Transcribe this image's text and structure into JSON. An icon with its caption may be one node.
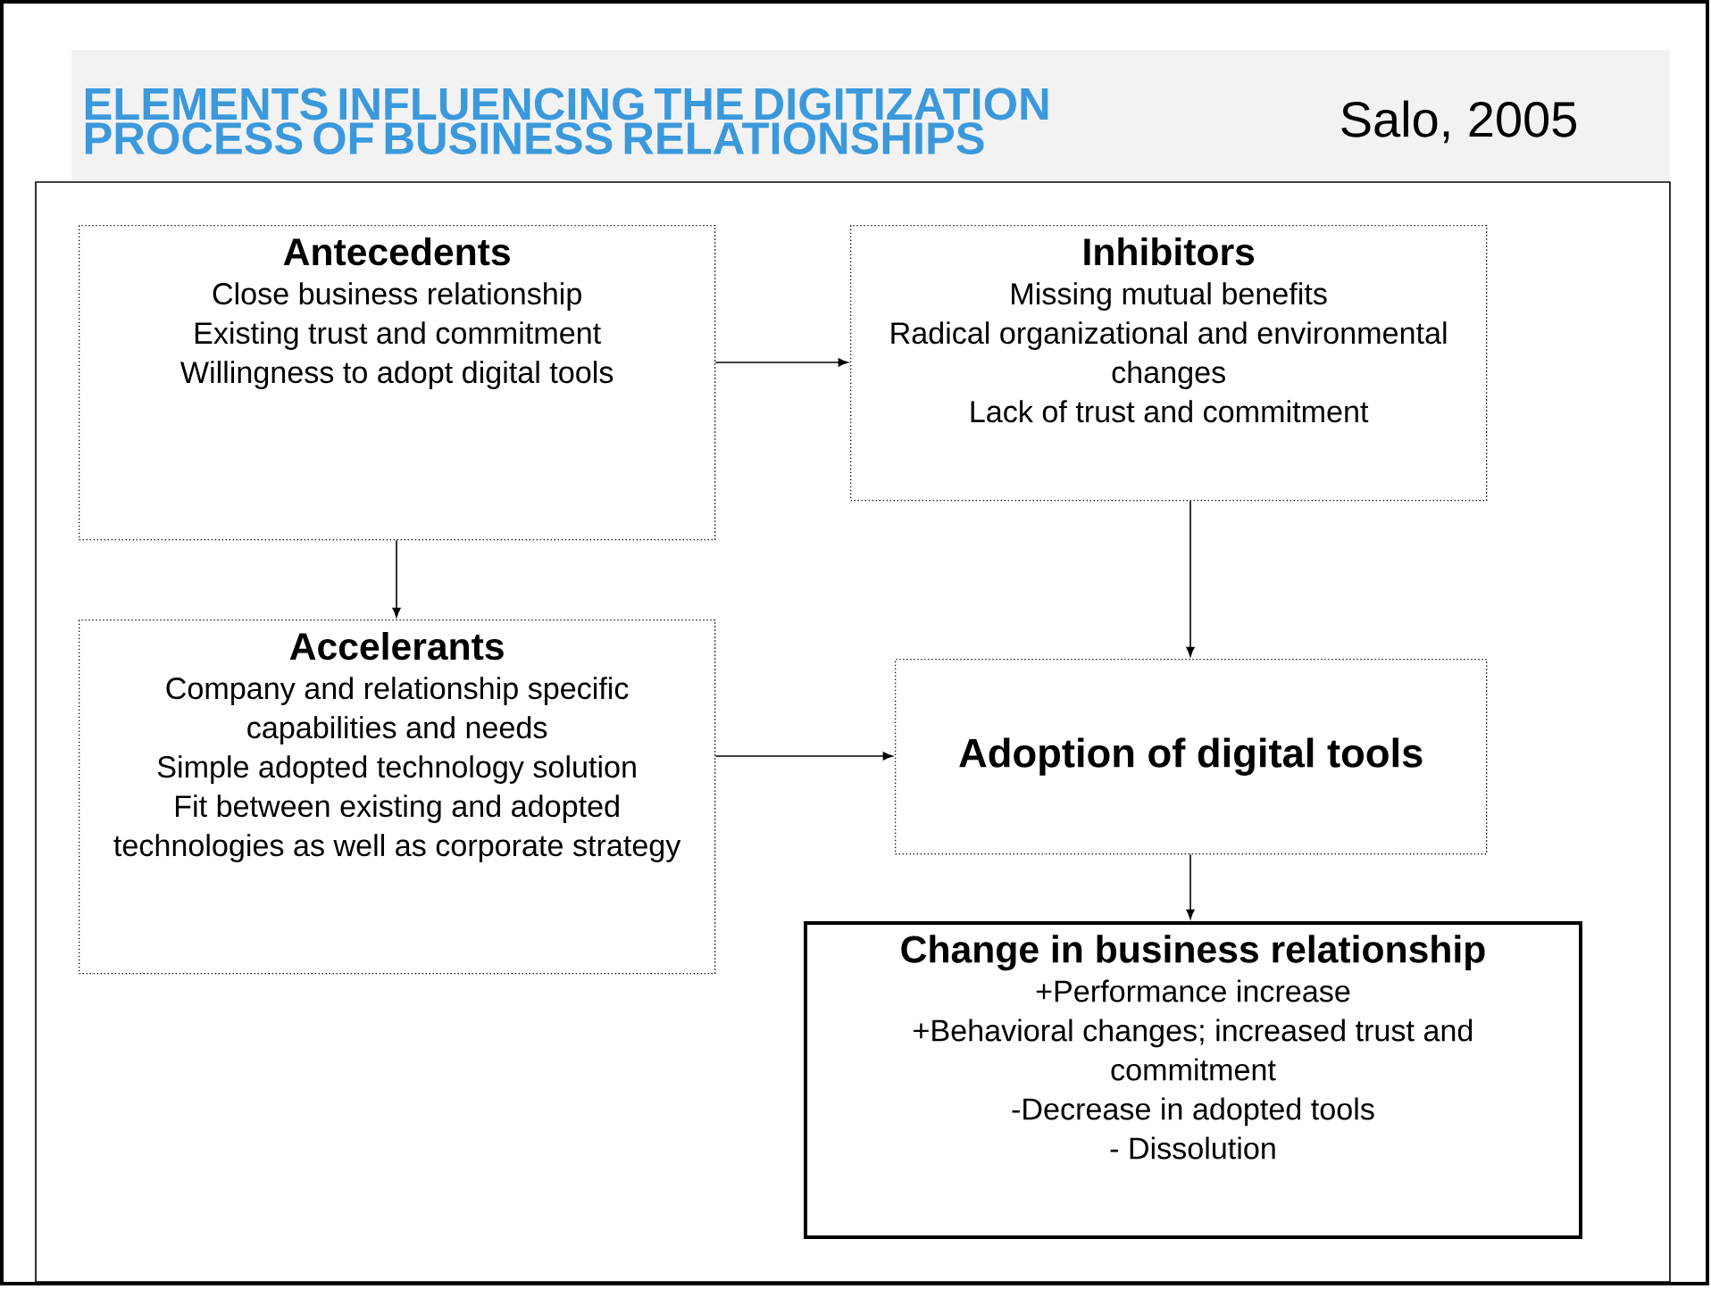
{
  "diagram": {
    "title": "ELEMENTS INFLUENCING THE DIGITIZATION PROCESS OF BUSINESS RELATIONSHIPS",
    "nodes": [
      {
        "text": [
          "Antecedents",
          "Close business relationship",
          "Existing trust and commitment",
          "Willingness to adopt digital tools"
        ]
      },
      {
        "text": [
          "Inhibitors",
          "Missing mutual benefits",
          "Radical organizational and environmental changes",
          "Lack of trust and commitment"
        ]
      },
      {
        "text": [
          "Accelerants",
          "Company and relationship specific capabilities and needs",
          "Simple adopted technology solution",
          "Fit between existing and adopted technologies as well as corporate strategy"
        ]
      },
      {
        "text": [
          "Adoption of digital tools"
        ]
      },
      {
        "text": [
          "Change in business relationship",
          "+Performance increase",
          "+Behavioral changes; increased trust and commitment",
          "-Decrease in adopted tools",
          "- Dissolution"
        ]
      }
    ],
    "edges": [
      {
        "from": 0,
        "to": 1,
        "arrow": "to"
      },
      {
        "from": 0,
        "to": 2,
        "arrow": "to"
      },
      {
        "from": 1,
        "to": 3,
        "arrow": "to"
      },
      {
        "from": 2,
        "to": 3,
        "arrow": "to"
      },
      {
        "from": 3,
        "to": 4,
        "arrow": "to"
      }
    ],
    "labels": [
      "Salo, 2005"
    ]
  }
}
